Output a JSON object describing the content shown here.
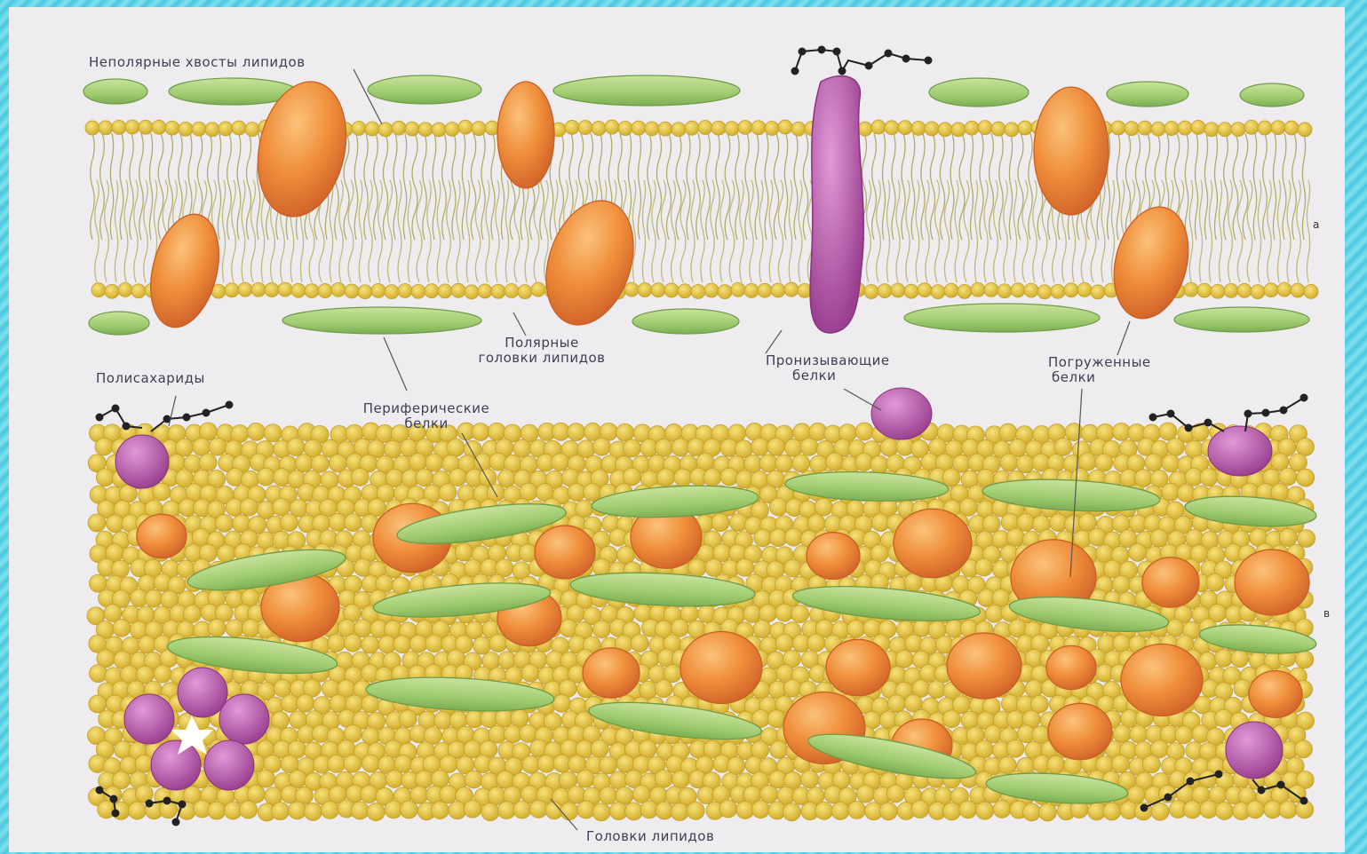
{
  "labels": {
    "tails": "Неполярные хвосты липидов",
    "heads_line1": "Полярные",
    "heads_line2": "головки липидов",
    "transmembrane_line1": "Пронизывающие",
    "transmembrane_line2": "белки",
    "immersed_line1": "Погруженные",
    "immersed_line2": "белки",
    "glycocalyx": "Полисахариды",
    "peripheral_line1": "Периферические",
    "peripheral_line2": "белки",
    "bottom_heads": "Головки липидов"
  },
  "panel_marks": {
    "top": "а",
    "bottom": "в"
  },
  "colors": {
    "lipid_head": "#e2c34d",
    "lipid_tail": "#b8b27a",
    "green_protein": "#a8cf7c",
    "orange_protein": "#ee8f3c",
    "purple_protein": "#b358a8"
  }
}
